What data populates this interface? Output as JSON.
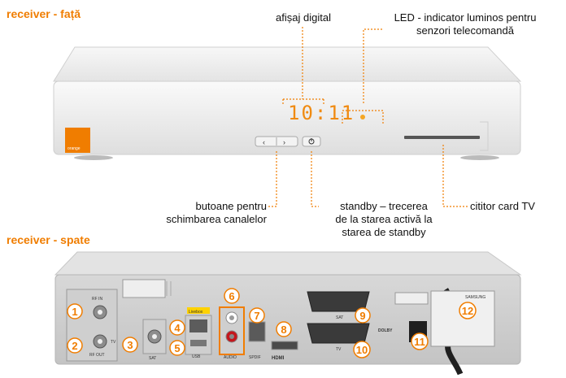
{
  "front": {
    "section_title": "receiver - față",
    "display_digits": "10:11",
    "brand": "orange",
    "callouts": {
      "display": "afișaj digital",
      "led": "LED - indicator luminos pentru\nsenzori telecomandă",
      "buttons": "butoane pentru\nschimbarea canalelor",
      "standby": "standby – trecerea\nde la starea activă la\nstarea de standby",
      "card_reader": "cititor card TV"
    }
  },
  "back": {
    "section_title": "receiver - spate",
    "port_labels": {
      "rf_in": "RF IN",
      "rf_out": "RF OUT",
      "tv": "TV",
      "sat": "SAT",
      "livebox": "Livebox",
      "usb": "USB",
      "audio": "AUDIO",
      "spdif": "SPDIF",
      "hdmi": "HDMI",
      "sat_scart": "SAT",
      "tv_scart": "TV",
      "dolby": "DOLBY",
      "samsung": "SAMSUNG"
    },
    "numbers": [
      "1",
      "2",
      "3",
      "4",
      "5",
      "6",
      "7",
      "8",
      "9",
      "10",
      "11",
      "12"
    ]
  },
  "colors": {
    "accent": "#f07d00",
    "device_body": "#ececec",
    "display_led": "#f08a10",
    "background": "#ffffff"
  }
}
